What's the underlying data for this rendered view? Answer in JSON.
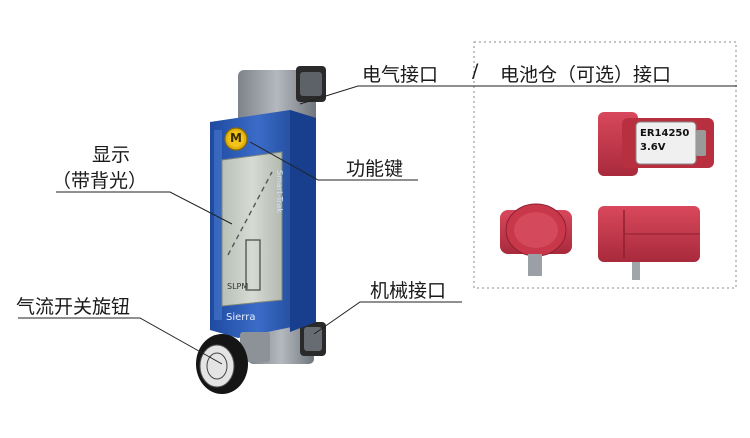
{
  "labels": {
    "electrical_port": "电气接口",
    "separator": "/",
    "battery_port": "电池仓（可选）接口",
    "display": "显示",
    "backlight": "（带背光）",
    "function_key": "功能键",
    "valve_knob": "气流开关旋钮",
    "mechanical_port": "机械接口"
  },
  "device": {
    "function_key_letter": "M",
    "brand": "Sierra",
    "unit": "SLPM",
    "side_text": "Smart-Trak"
  },
  "battery": {
    "model": "ER14250",
    "voltage": "3.6V"
  },
  "colors": {
    "housing_blue": "#2f5fb8",
    "battery_red": "#c8374a",
    "key_yellow": "#f2c417",
    "fitting_gray": "#9aa0a6",
    "lcd": "#c9cfc6"
  }
}
